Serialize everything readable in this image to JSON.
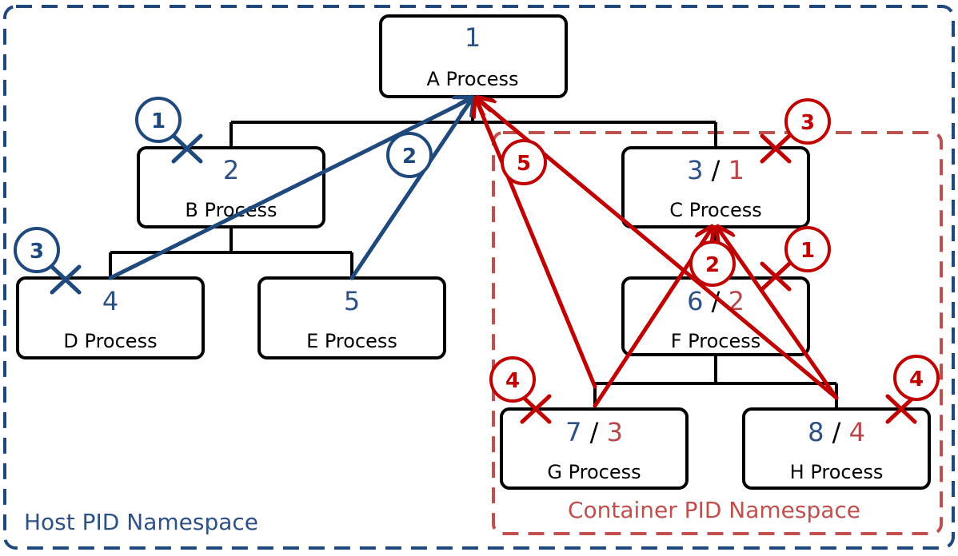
{
  "host_namespace": {
    "label": "Host PID Namespace"
  },
  "container_namespace": {
    "label": "Container PID Namespace"
  },
  "processes": {
    "A": {
      "host_pid": "1",
      "name": "A Process"
    },
    "B": {
      "host_pid": "2",
      "name": "B Process"
    },
    "C": {
      "host_pid": "3",
      "separator": "/",
      "container_pid": "1",
      "name": "C Process"
    },
    "D": {
      "host_pid": "4",
      "name": "D Process"
    },
    "E": {
      "host_pid": "5",
      "name": "E Process"
    },
    "F": {
      "host_pid": "6",
      "separator": "/",
      "container_pid": "2",
      "name": "F Process"
    },
    "G": {
      "host_pid": "7",
      "separator": "/",
      "container_pid": "3",
      "name": "G Process"
    },
    "H": {
      "host_pid": "8",
      "separator": "/",
      "container_pid": "4",
      "name": "H Process"
    }
  },
  "steps": {
    "host": {
      "s1": "1",
      "s2": "2",
      "s3": "3"
    },
    "container": {
      "s1": "1",
      "s2": "2",
      "s3": "3",
      "s4a": "4",
      "s4b": "4",
      "s5": "5"
    }
  },
  "colors": {
    "host": "#1f497d",
    "container": "#c0504d",
    "arrow_host": "#1f497d",
    "arrow_container": "#c00000"
  }
}
